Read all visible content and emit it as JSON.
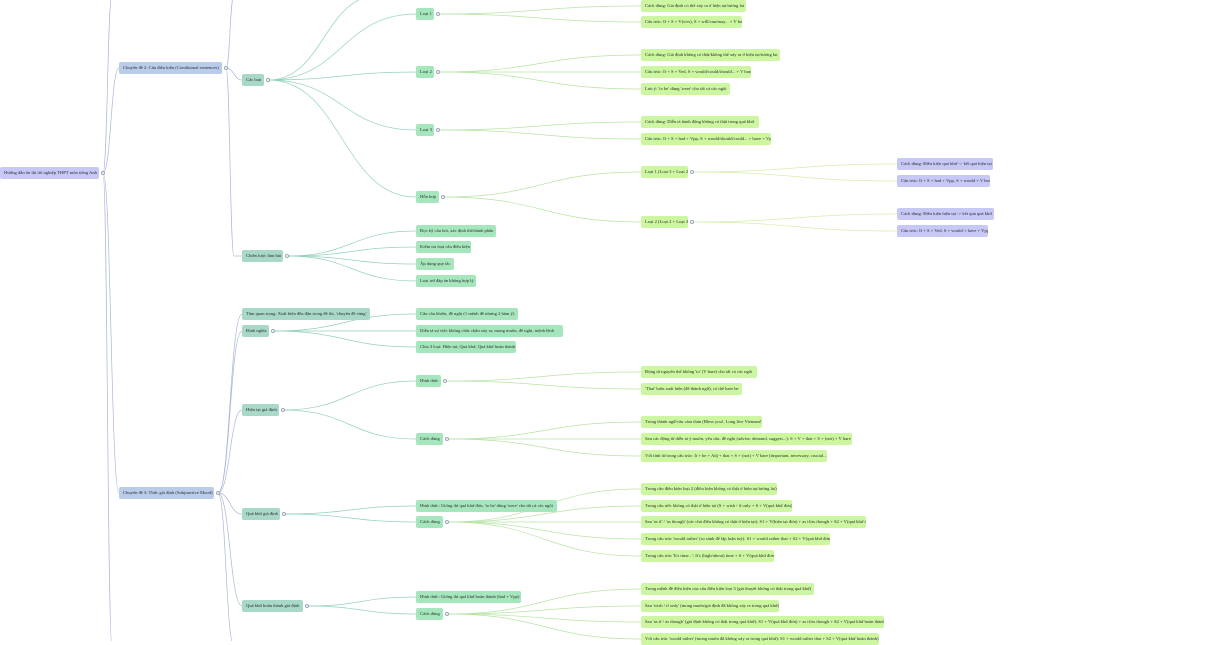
{
  "root": "Hướng dẫn ôn thi tốt nghiệp THPT môn tiếng Anh",
  "topic_conditional": {
    "title": "Chuyên đề 2: Câu điều kiện (Conditional sentences)",
    "types": {
      "label": "Các loại",
      "type1": {
        "label": "Loại 1",
        "usage": "Cách dùng: Giả định có thể xảy ra ở hiện tại/tương lai",
        "form": "Cấu trúc: If + S + V(s/es), S + will/can/may... + V bare"
      },
      "type2": {
        "label": "Loại 2",
        "usage": "Cách dùng: Giả định không có thật/không thể xảy ra ở hiện tại/tương lai",
        "form": "Cấu trúc: If + S + Ved, S + would/could/should... + V bare",
        "note": "Lưu ý: 'to be' dùng 'were' cho tất cả các ngôi"
      },
      "type3": {
        "label": "Loại 3",
        "usage": "Cách dùng: Diễn tả hành động không có thật trong quá khứ",
        "form": "Cấu trúc: If + S + had + Vpp, S + would/should/could... + have + Vpp"
      },
      "mixed": {
        "label": "Hỗn hợp",
        "a": {
          "label": "Loại 1 (Loại 3 + Loại 2)",
          "usage": "Cách dùng: Điều kiện quá khứ -> kết quả hiện tại",
          "form": "Cấu trúc: If + S + had + Vpp, S + would + V bare"
        },
        "b": {
          "label": "Loại 2 (Loại 2 + Loại 3)",
          "usage": "Cách dùng: Điều kiện hiện tại -> kết quả quá khứ",
          "form": "Cấu trúc: If + S + Ved, S + would + have + Vpp"
        }
      }
    },
    "strategy": {
      "label": "Chiến lược làm bài",
      "items": [
        "Đọc kỹ câu hỏi, xác định thì/thành phần",
        "Kiểm tra loại câu điều kiện",
        "Áp dụng quy tắc",
        "Loại trừ đáp án không hợp lý"
      ]
    }
  },
  "topic_subjunctive": {
    "title": "Chuyên đề 3: Thức giả định (Subjunctive Mood)",
    "intro": "Tầm quan trọng: Xuất hiện đều đặn trong đề thi, 'chuyên đề vàng'",
    "definition": {
      "label": "Định nghĩa",
      "items": [
        "Câu cầu khiến, đề nghị (1 mệnh đề nhưng 2 hàm ý)",
        "Diễn tả sự việc không chắc chắn xảy ra, mong muốn, đề nghị, mệnh lệnh",
        "Chia 3 loại: Hiện tại, Quá khứ, Quá khứ hoàn thành"
      ]
    },
    "present": {
      "label": "Hiện tại giả định",
      "form": {
        "label": "Hình thức",
        "items": [
          "Động từ nguyên thể không 'to' (V bare) cho tất cả các ngôi",
          "'That' luôn xuất hiện (để thành ngữ), có thể bare be"
        ]
      },
      "usage": {
        "label": "Cách dùng",
        "items": [
          "Trong thành ngữ/câu cảm thán (Bless you!, Long live Vietnam!)",
          "Sau các động từ diễn tả ý muốn, yêu cầu, đề nghị (advise, demand, suggest...): S + V + that + S + (not) + V bare",
          "Với tính từ trong cấu trúc: It + be + Adj + that + S + (not) + V bare (important, necessary, crucial...)"
        ]
      }
    },
    "past": {
      "label": "Quá khứ giả định",
      "form": "Hình thức: Giống thì quá khứ đơn, 'to be' dùng 'were' cho tất cả các ngôi",
      "usage": {
        "label": "Cách dùng",
        "items": [
          "Trong câu điều kiện loại 2 (điều kiện không có thật ở hiện tại/tương lai)",
          "Trong câu ước không có thật ở hiện tại (S + wish / if only + S + V(quá khứ đơn))",
          "Sau 'as if' / 'as though' (các chủ điều không có thật ở hiện tại): S1 + V(hiện tại đơn) + as if/as though + S2 + V(quá khứ đơn)",
          "Trong cấu trúc 'would rather' (so sánh để lập luận tuỳ): S1 + would rather that + S2 + V(quá khứ đơn)",
          "Trong cấu trúc 'It's time...': It's (high/about) time + S + V(quá khứ đơn)"
        ]
      }
    },
    "past_perfect": {
      "label": "Quá khứ hoàn thành giả định",
      "form": "Hình thức: Giống thì quá khứ hoàn thành (had + Vpp)",
      "usage": {
        "label": "Cách dùng",
        "items": [
          "Trong mệnh đề điều kiện của câu điều kiện loại 3 (giả thuyết không có thật trong quá khứ)",
          "Sau 'wish / if only' (mong muốn/giả định đã không xảy ra trong quá khứ)",
          "Sau 'as if / as though' (giả định không có thật trong quá khứ): S1 + V(quá khứ đơn) + as if/as though + S2 + V(quá khứ hoàn thành)",
          "Với cấu trúc 'would rather' (mong muốn đã không xảy ra trong quá khứ): S1 + would rather that + S2 + V(quá khứ hoàn thành)"
        ]
      }
    }
  }
}
